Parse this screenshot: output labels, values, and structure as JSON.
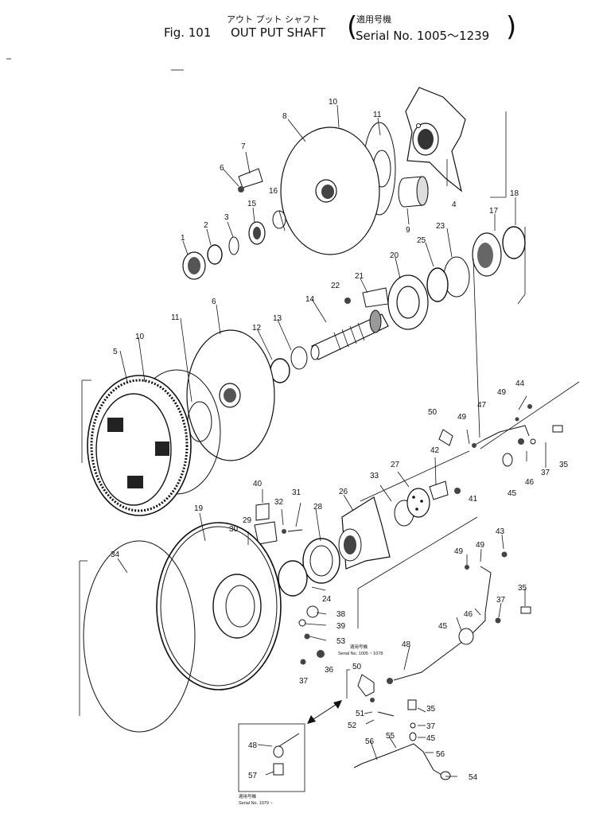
{
  "header": {
    "japanese_title": "アウト プット シャフト",
    "figure_label": "Fig. 101",
    "title": "OUT PUT SHAFT",
    "applicable_japanese": "適用号機",
    "serial": "Serial No. 1005～1239"
  },
  "diagram": {
    "part_labels": [
      "1",
      "2",
      "3",
      "4",
      "5",
      "6",
      "7",
      "8",
      "9",
      "10",
      "11",
      "12",
      "13",
      "14",
      "15",
      "16",
      "17",
      "18",
      "19",
      "20",
      "21",
      "22",
      "23",
      "24",
      "25",
      "26",
      "27",
      "28",
      "29",
      "30",
      "31",
      "32",
      "33",
      "34",
      "35",
      "36",
      "37",
      "38",
      "39",
      "40",
      "41",
      "42",
      "43",
      "44",
      "45",
      "46",
      "47",
      "48",
      "49",
      "50",
      "51",
      "52",
      "53",
      "54",
      "55",
      "56",
      "57"
    ],
    "notes": {
      "upper_japanese": "適用号機",
      "upper_serial": "Serial No. 1005 ~ 1078",
      "lower_japanese": "適用号機",
      "lower_serial": "Serial No. 1079 ~"
    }
  }
}
